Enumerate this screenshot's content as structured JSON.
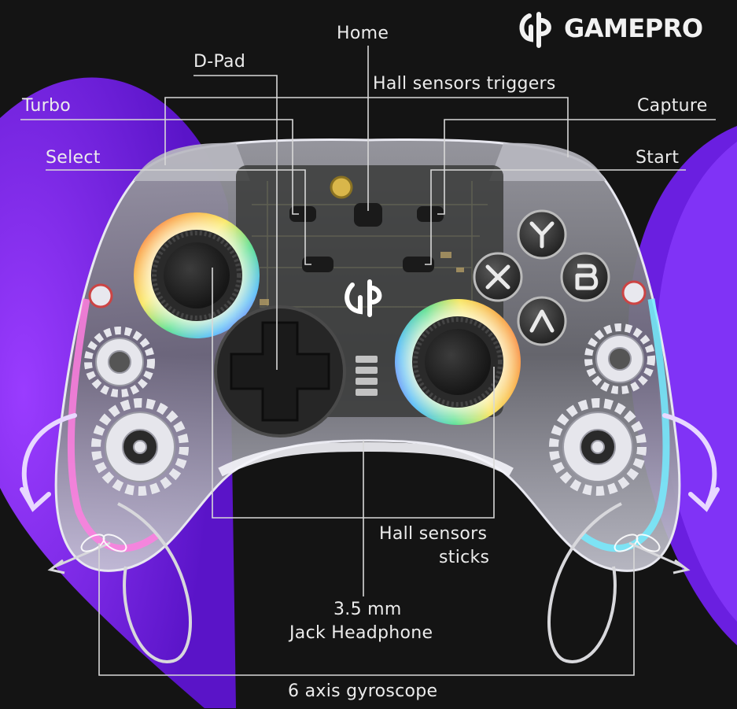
{
  "brand": {
    "name": "GAMEPRO",
    "logo_icon": "gamepro-logo-icon"
  },
  "labels": {
    "home": "Home",
    "dpad": "D-Pad",
    "hall_triggers": "Hall sensors triggers",
    "turbo": "Turbo",
    "capture": "Capture",
    "select": "Select",
    "start": "Start",
    "hall_sticks_line1": "Hall sensors",
    "hall_sticks_line2": "sticks",
    "jack_line1": "3.5 mm",
    "jack_line2": "Jack Headphone",
    "gyro": "6 axis gyroscope"
  },
  "colors": {
    "background": "#141414",
    "accent_purple": "#7a2cf0",
    "text": "#ececec",
    "callout_line": "#d8d8d8"
  }
}
